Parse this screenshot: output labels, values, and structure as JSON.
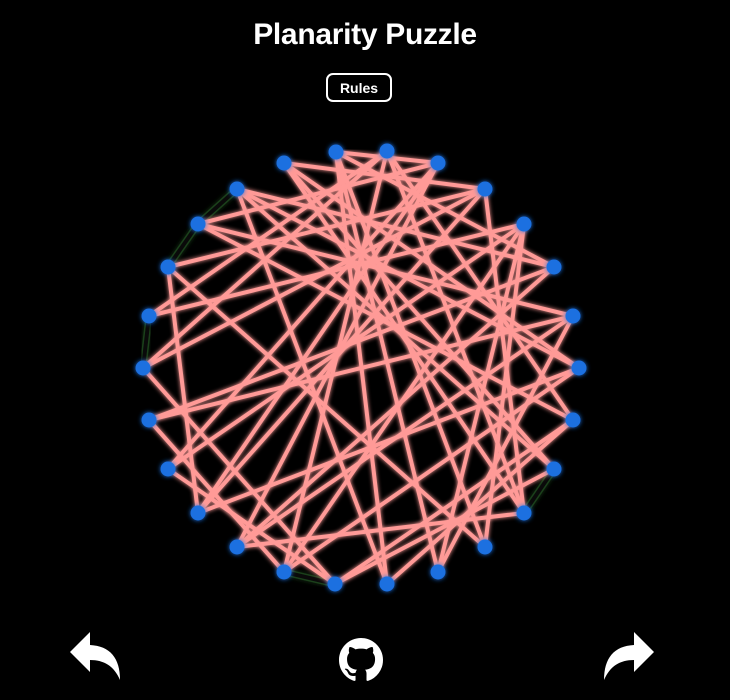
{
  "header": {
    "title": "Planarity Puzzle",
    "rules_label": "Rules"
  },
  "footer": {
    "undo_icon": "undo-arrow-icon",
    "github_icon": "github-icon",
    "redo_icon": "redo-arrow-icon"
  },
  "colors": {
    "background": "#000000",
    "vertex": "#1a6fe0",
    "crossing_edge": "#ff9a97",
    "free_edge": "#0a0a0a",
    "free_edge_glow": "#2f6b2a",
    "text": "#ffffff"
  },
  "puzzle": {
    "vertex_count": 26,
    "edge_count": 55
  }
}
